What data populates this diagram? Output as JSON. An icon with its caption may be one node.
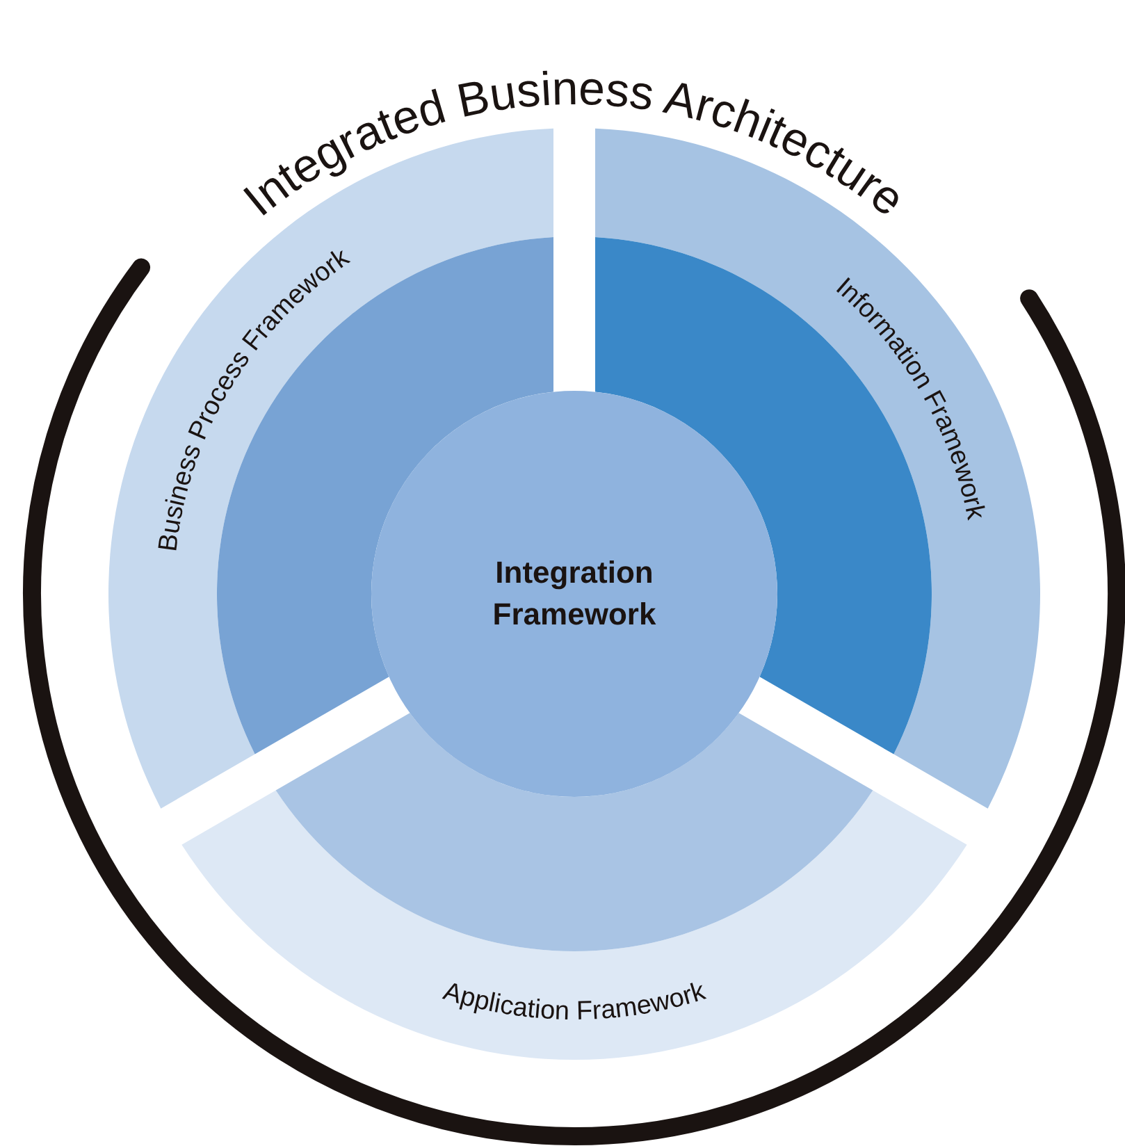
{
  "diagram": {
    "title": "Integrated Business Architecture",
    "nodes": [
      {
        "text": [
          "Business Process Framework"
        ]
      },
      {
        "text": [
          "Information Framework"
        ]
      },
      {
        "text": [
          "Integration Framework"
        ]
      },
      {
        "text": [
          "Application Framework"
        ]
      }
    ]
  }
}
